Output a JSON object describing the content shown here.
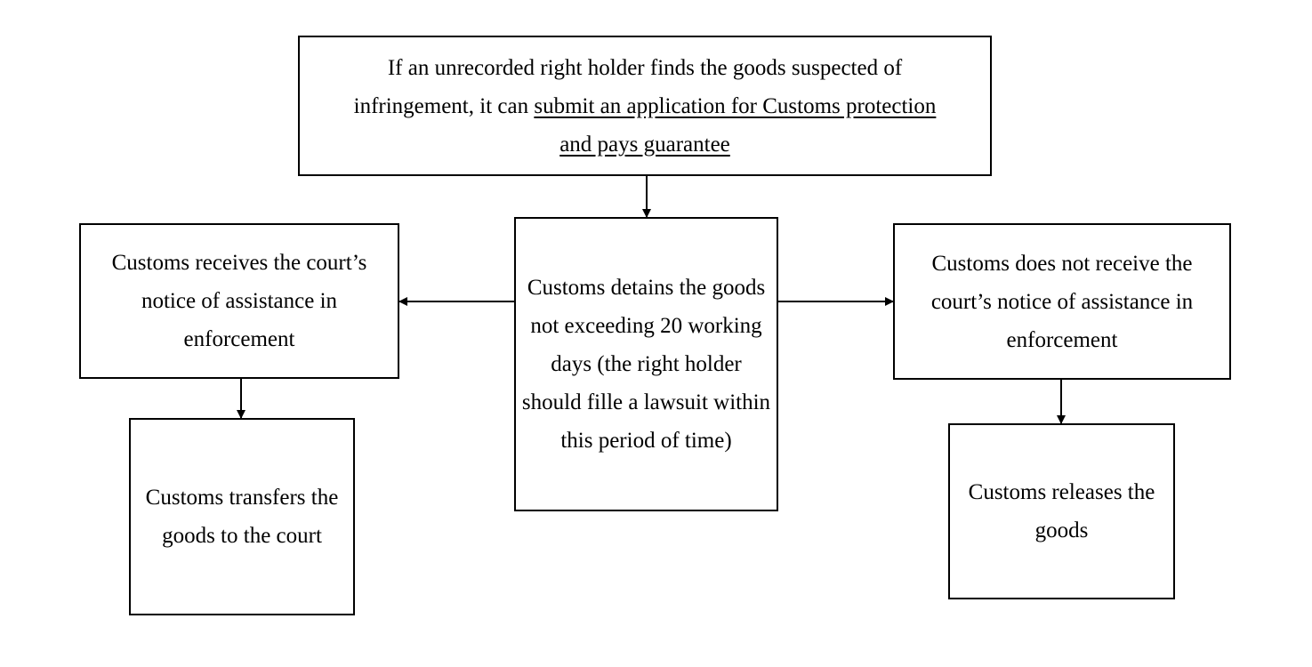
{
  "nodes": {
    "top": {
      "plain": "If an unrecorded right holder finds the goods suspected of infringement, it can ",
      "underlined": "submit an application for Customs protection and pays guarantee"
    },
    "center": "Customs detains the goods not exceeding 20 working days (the right holder should fille a lawsuit within this period of time)",
    "left": "Customs receives the court’s notice of assistance in enforcement",
    "left_bottom": "Customs transfers the goods to the court",
    "right": "Customs does not receive the court’s notice of assistance in enforcement",
    "right_bottom": "Customs releases the goods"
  },
  "colors": {
    "stroke": "#000000",
    "background": "#ffffff"
  }
}
